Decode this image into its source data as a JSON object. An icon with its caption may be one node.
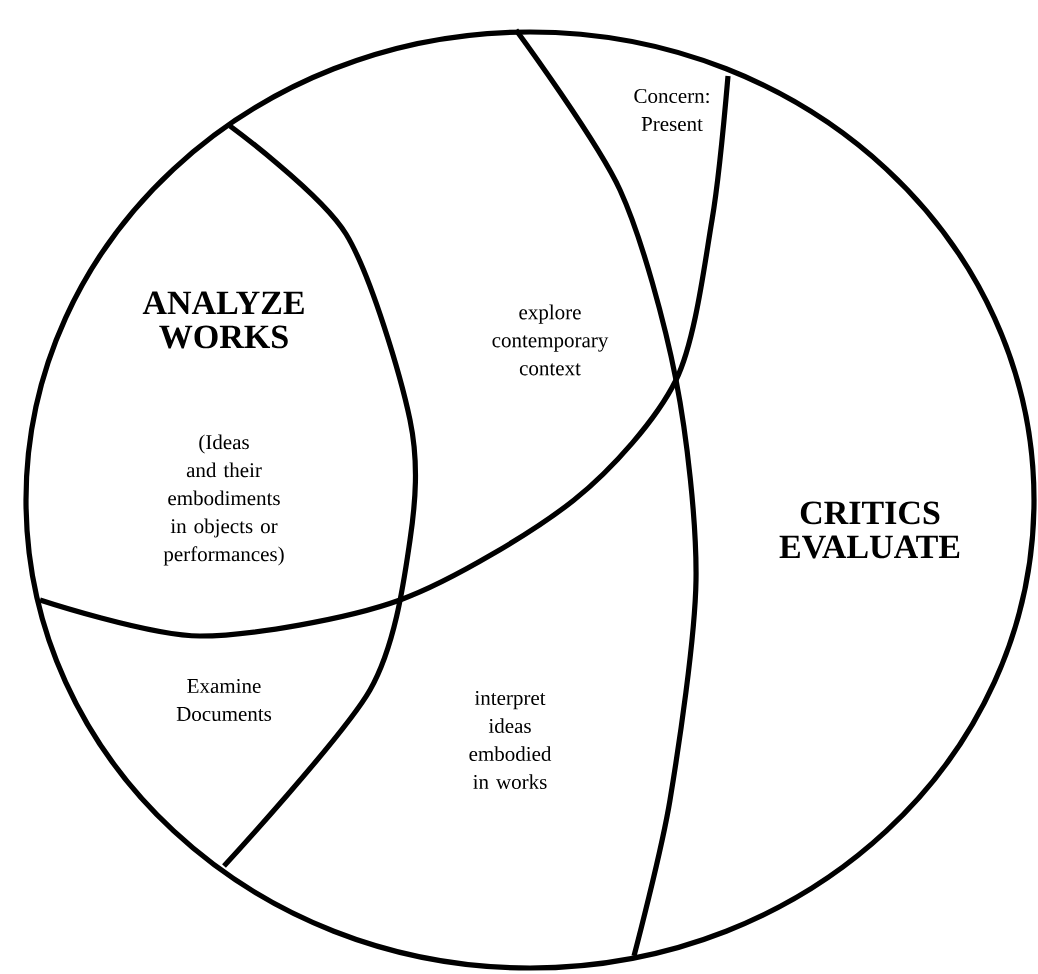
{
  "diagram": {
    "nodes": [
      {
        "text": [
          "ANALYZE WORKS",
          "(Ideas and their embodiments in objects or performances)",
          "explore contemporary context",
          "Concern: Present",
          "CRITICS EVALUATE",
          "Examine Documents",
          "interpret ideas embodied in works"
        ]
      }
    ]
  }
}
